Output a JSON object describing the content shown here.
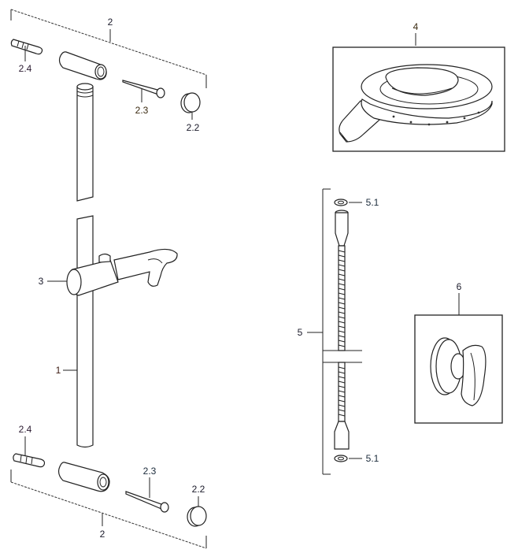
{
  "title": "Shower rail set exploded parts diagram",
  "labels": {
    "rail_set_top": "2",
    "rail_set_bottom": "2",
    "wall_plug_top": "2.4",
    "wall_plug_bottom": "2.4",
    "screw_top": "2.3",
    "screw_bottom": "2.3",
    "cap_top": "2.2",
    "cap_bottom": "2.2",
    "slider": "3",
    "rail": "1",
    "hand_shower": "4",
    "hose": "5",
    "washer_top": "5.1",
    "washer_bottom": "5.1",
    "wall_outlet": "6"
  },
  "colors": {
    "line": "#222222",
    "label": "#1a1a2a",
    "label_accent": "#5a1a20"
  }
}
